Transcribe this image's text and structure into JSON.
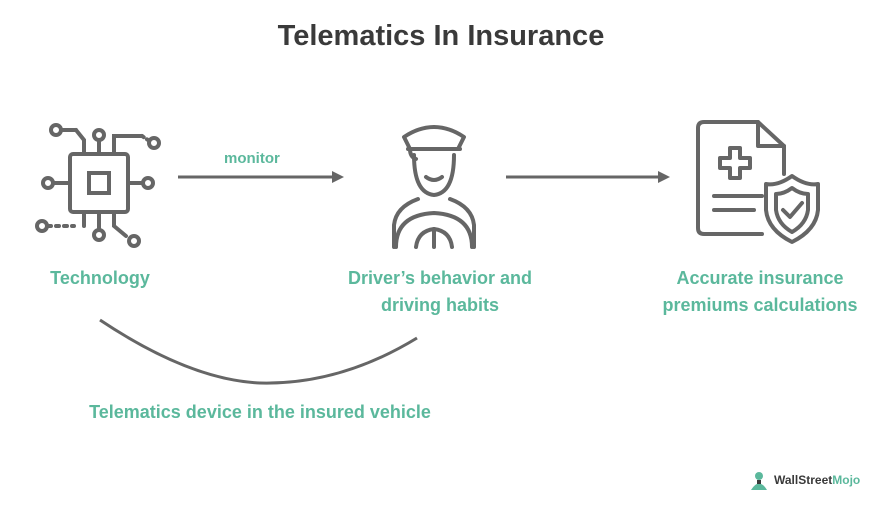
{
  "title": "Telematics In Insurance",
  "nodes": {
    "technology": "Technology",
    "driver_line1": "Driver’s behavior and",
    "driver_line2": "driving habits",
    "premiums_line1": "Accurate insurance",
    "premiums_line2": "premiums calculations"
  },
  "edges": {
    "monitor": "monitor",
    "bottom_caption": "Telematics device in the insured vehicle"
  },
  "brand": {
    "name_part1": "WallStreet",
    "name_part2": "Mojo"
  },
  "colors": {
    "accent": "#5bb89c",
    "icon_stroke": "#666666",
    "title": "#3a3a3a"
  }
}
